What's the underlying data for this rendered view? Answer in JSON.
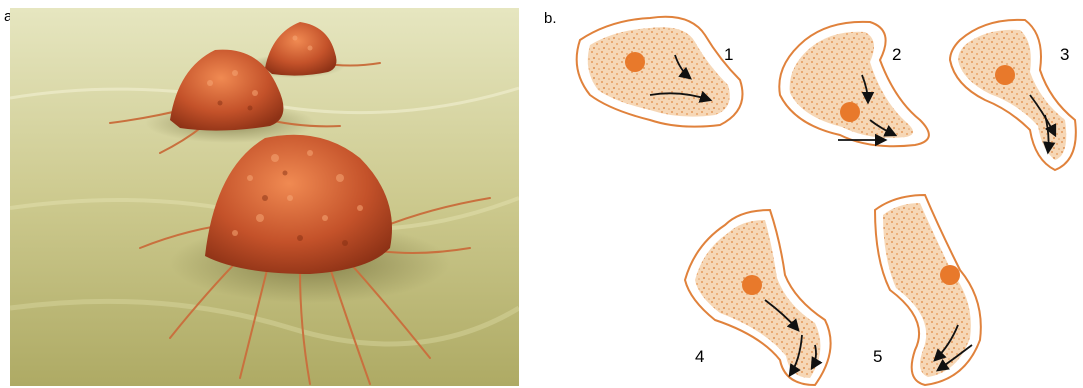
{
  "panels": {
    "a": {
      "label": "a."
    },
    "b": {
      "label": "b."
    }
  },
  "steps": [
    {
      "label": "1"
    },
    {
      "label": "2"
    },
    {
      "label": "3"
    },
    {
      "label": "4"
    },
    {
      "label": "5"
    }
  ],
  "colors": {
    "cell_outline": "#e0823c",
    "cytoplasm": "#f3b883",
    "nucleus": "#e8792b",
    "arrow": "#111111",
    "substrate": "#c9c78a",
    "tumor_cell": "#b8451f"
  }
}
